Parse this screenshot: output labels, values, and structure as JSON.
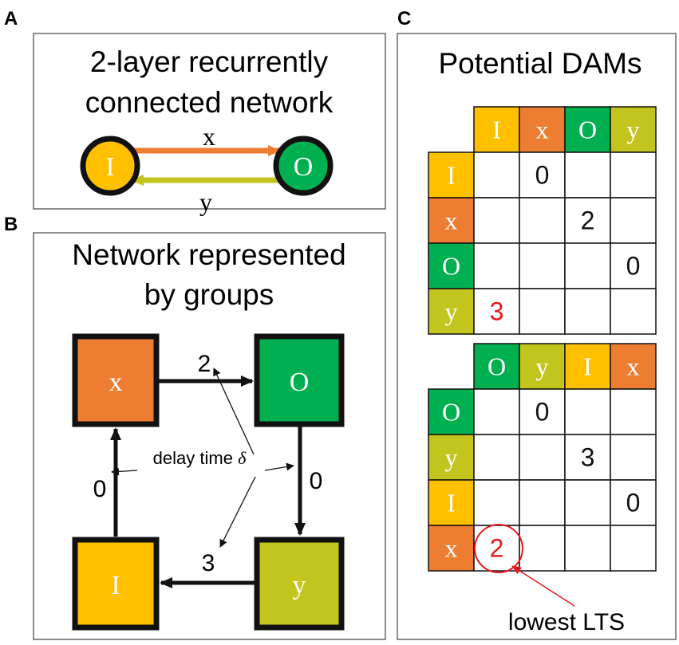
{
  "panels": {
    "A": {
      "letter": "A",
      "title_line1": "2-layer recurrently",
      "title_line2": "connected network",
      "node_input": "I",
      "node_output": "O",
      "edge_forward": "x",
      "edge_backward": "y"
    },
    "B": {
      "letter": "B",
      "title_line1": "Network represented",
      "title_line2": "by groups",
      "group_x": "x",
      "group_O": "O",
      "group_I": "I",
      "group_y": "y",
      "delay_x_to_O": "2",
      "delay_O_to_y": "0",
      "delay_y_to_I": "3",
      "delay_I_to_x": "0",
      "annotation": "delay time",
      "annotation_symbol": "δ"
    },
    "C": {
      "letter": "C",
      "title": "Potential DAMs",
      "callout": "lowest LTS",
      "matrices": [
        {
          "order": [
            "I",
            "x",
            "O",
            "y"
          ],
          "cells": [
            [
              "",
              "0",
              "",
              ""
            ],
            [
              "",
              "",
              "2",
              ""
            ],
            [
              "",
              "",
              "",
              "0"
            ],
            [
              "3",
              "",
              "",
              ""
            ]
          ]
        },
        {
          "order": [
            "O",
            "y",
            "I",
            "x"
          ],
          "cells": [
            [
              "",
              "0",
              "",
              ""
            ],
            [
              "",
              "",
              "3",
              ""
            ],
            [
              "",
              "",
              "",
              "0"
            ],
            [
              "2",
              "",
              "",
              ""
            ]
          ]
        }
      ]
    }
  },
  "colors": {
    "I": "#ffc000",
    "x": "#ed7d31",
    "O": "#00b050",
    "y": "#c4c41e",
    "highlight": "#e8171e",
    "text": "#111111"
  }
}
